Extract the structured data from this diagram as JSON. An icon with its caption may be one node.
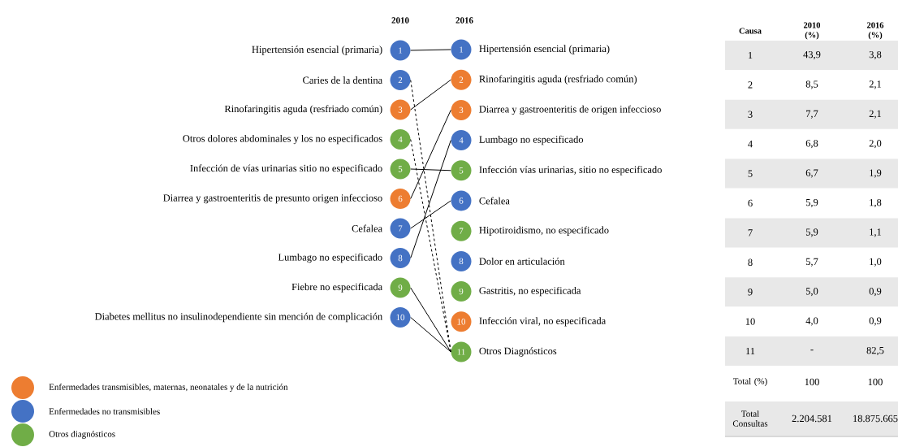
{
  "diagram": {
    "nodes": [
      {
        "text": [
          "1"
        ],
        "beside": [
          "Hipertensión esencial (primaria)"
        ]
      },
      {
        "text": [
          "2"
        ],
        "beside": [
          "Caries de la dentina"
        ]
      },
      {
        "text": [
          "3"
        ],
        "beside": [
          "Rinofaringitis aguda (resfriado común)"
        ]
      },
      {
        "text": [
          "4"
        ],
        "beside": [
          "Otros dolores abdominales y los no especificados"
        ]
      },
      {
        "text": [
          "5"
        ],
        "beside": [
          "Infección de vías urinarias sitio no especificado"
        ]
      },
      {
        "text": [
          "6"
        ],
        "beside": [
          "Diarrea y gastroenteritis de presunto origen infeccioso"
        ]
      },
      {
        "text": [
          "7"
        ],
        "beside": [
          "Cefalea"
        ]
      },
      {
        "text": [
          "8"
        ],
        "beside": [
          "Lumbago no especificado"
        ]
      },
      {
        "text": [
          "9"
        ],
        "beside": [
          "Fiebre no especificada"
        ]
      },
      {
        "text": [
          "10"
        ],
        "beside": [
          "Diabetes mellitus no insulinodependiente sin mención de complicación"
        ]
      },
      {
        "text": [
          "1"
        ],
        "beside": [
          "Hipertensión esencial (primaria)"
        ]
      },
      {
        "text": [
          "2"
        ],
        "beside": [
          "Rinofaringitis aguda (resfriado común)"
        ]
      },
      {
        "text": [
          "3"
        ],
        "beside": [
          "Diarrea y gastroenteritis de origen infeccioso"
        ]
      },
      {
        "text": [
          "4"
        ],
        "beside": [
          "Lumbago no especificado"
        ]
      },
      {
        "text": [
          "5"
        ],
        "beside": [
          "Infección vías urinarias, sitio no especificado"
        ]
      },
      {
        "text": [
          "6"
        ],
        "beside": [
          "Cefalea"
        ]
      },
      {
        "text": [
          "7"
        ],
        "beside": [
          "Hipotiroidismo, no especificado"
        ]
      },
      {
        "text": [
          "8"
        ],
        "beside": [
          "Dolor en articulación"
        ]
      },
      {
        "text": [
          "9"
        ],
        "beside": [
          "Gastritis, no especificada"
        ]
      },
      {
        "text": [
          "10"
        ],
        "beside": [
          "Infección viral, no especificada"
        ]
      },
      {
        "text": [
          "11"
        ],
        "beside": [
          "Otros Diagnósticos"
        ]
      }
    ],
    "edges": [
      {
        "from": 0,
        "to": 10,
        "arrow": "none"
      },
      {
        "from": 1,
        "to": 20,
        "arrow": "none",
        "style": "dashed"
      },
      {
        "from": 2,
        "to": 11,
        "arrow": "none"
      },
      {
        "from": 3,
        "to": 20,
        "arrow": "none",
        "style": "dashed"
      },
      {
        "from": 4,
        "to": 14,
        "arrow": "none"
      },
      {
        "from": 5,
        "to": 12,
        "arrow": "none"
      },
      {
        "from": 6,
        "to": 15,
        "arrow": "none"
      },
      {
        "from": 7,
        "to": 13,
        "arrow": "none"
      },
      {
        "from": 8,
        "to": 20,
        "arrow": "none"
      },
      {
        "from": 9,
        "to": 20,
        "arrow": "none"
      }
    ],
    "labels": [
      "2010",
      "2016",
      "Causa",
      "2010 (%)",
      "2016 (%)",
      "1",
      "43,9",
      "3,8",
      "2",
      "8,5",
      "2,1",
      "3",
      "7,7",
      "2,1",
      "4",
      "6,8",
      "2,0",
      "5",
      "6,7",
      "1,9",
      "6",
      "5,9",
      "1,8",
      "7",
      "5,9",
      "1,1",
      "8",
      "5,7",
      "1,0",
      "9",
      "5,0",
      "0,9",
      "10",
      "4,0",
      "0,9",
      "11",
      "-",
      "82,5",
      "Total (%)",
      "100",
      "100",
      "Total Consultas",
      "2.204.581",
      "18.875.665"
    ],
    "legend": [
      {
        "text": "Enfermedades transmisibles, maternas, neonatales y de la nutrición",
        "color": "#ed7d31"
      },
      {
        "text": "Enfermedades no transmisibles",
        "color": "#4472c4"
      },
      {
        "text": "Otros diagnósticos",
        "color": "#70ad47"
      }
    ]
  }
}
